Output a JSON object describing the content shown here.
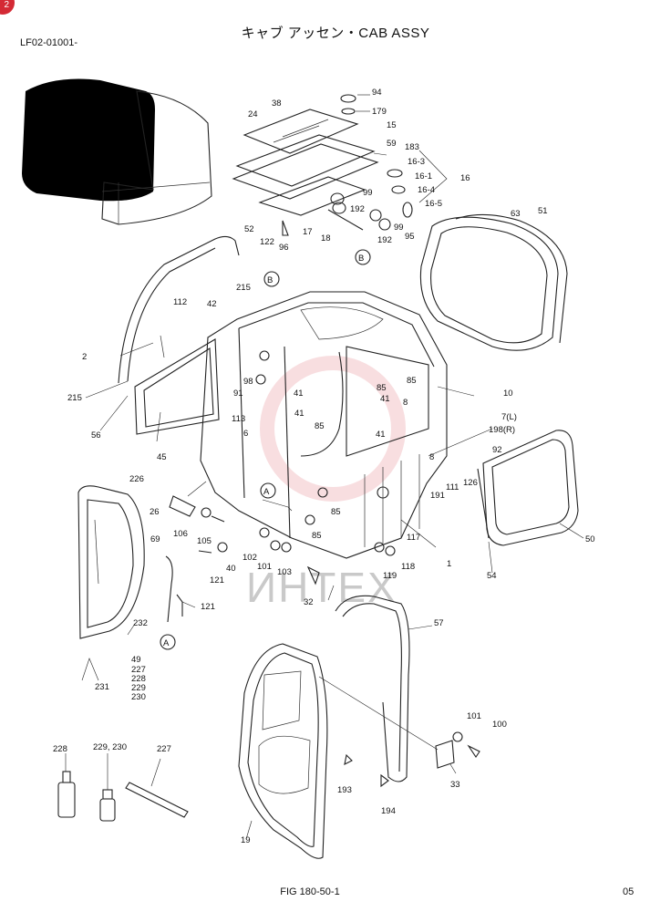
{
  "header": {
    "title": "キャブ アッセン・CAB ASSY",
    "code": "LF02-01001-",
    "corner_mark": "2"
  },
  "footer": {
    "figure": "FIG 180-50-1",
    "page": "05"
  },
  "watermark": "ИНТЕХ",
  "callouts": {
    "b1": "B",
    "b2": "B",
    "a1": "A",
    "a2": "A"
  },
  "labels": {
    "p94": "94",
    "p179": "179",
    "p38": "38",
    "p24": "24",
    "p15": "15",
    "p59": "59",
    "p183": "183",
    "p16_3": "16-3",
    "p16_1": "16-1",
    "p16": "16",
    "p16_4": "16-4",
    "p16_5": "16-5",
    "p99a": "99",
    "p192a": "192",
    "p52": "52",
    "p122": "122",
    "p17": "17",
    "p18": "18",
    "p99b": "99",
    "p192b": "192",
    "p95": "95",
    "p63": "63",
    "p51": "51",
    "p96": "96",
    "p215a": "215",
    "p112": "112",
    "p42": "42",
    "p2": "2",
    "p98": "98",
    "p85a": "85",
    "p91": "91",
    "p41a": "41",
    "p85b": "85",
    "p41b": "41",
    "p8a": "8",
    "p10": "10",
    "p215b": "215",
    "p113": "113",
    "p41c": "41",
    "p85c": "85",
    "p6": "6",
    "p41d": "41",
    "p7l": "7(L)",
    "p198r": "198(R)",
    "p56": "56",
    "p45": "45",
    "p92": "92",
    "p8b": "8",
    "p226": "226",
    "p126": "126",
    "p111": "111",
    "p191": "191",
    "p26": "26",
    "p106": "106",
    "p85d": "85",
    "p85e": "85",
    "p50": "50",
    "p105": "105",
    "p69": "69",
    "p102": "102",
    "p101a": "101",
    "p103": "103",
    "p117": "117",
    "p121a": "121",
    "p40": "40",
    "p118": "118",
    "p1": "1",
    "p54": "54",
    "p119": "119",
    "p32": "32",
    "p121b": "121",
    "p232": "232",
    "p57": "57",
    "p49": "49",
    "p227a": "227",
    "p228a": "228",
    "p229a": "229",
    "p230a": "230",
    "p231": "231",
    "p101b": "101",
    "p100": "100",
    "p228b": "228",
    "p229_230": "229, 230",
    "p227b": "227",
    "p33": "33",
    "p193": "193",
    "p194": "194",
    "p19": "19"
  }
}
